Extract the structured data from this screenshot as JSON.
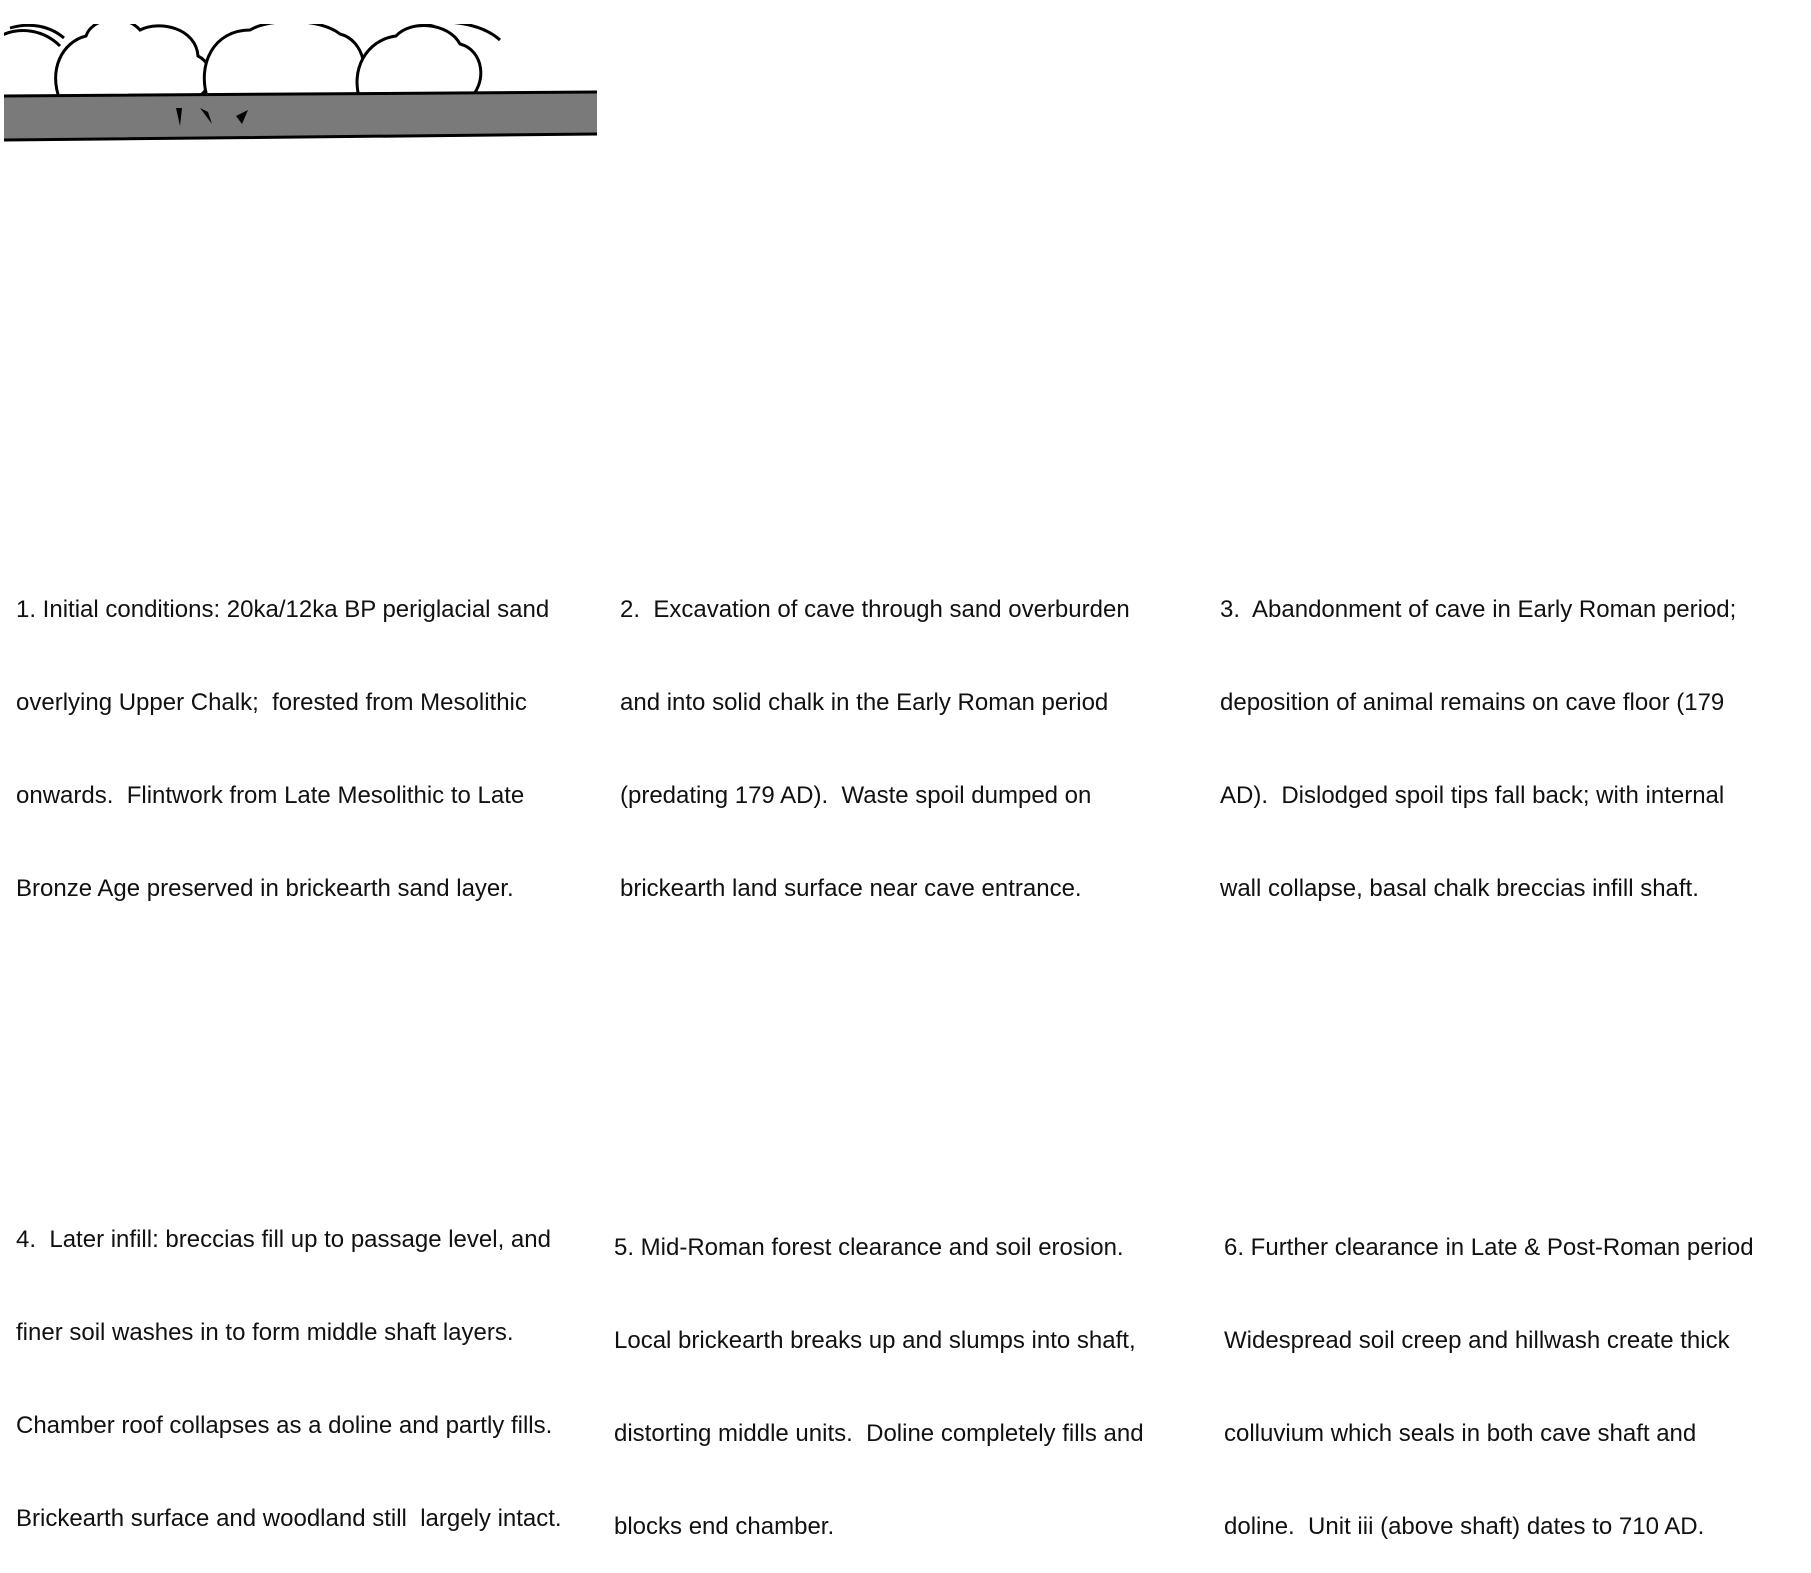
{
  "panels": [
    {
      "id": 1,
      "lines": [
        "1. Initial conditions: 20ka/12ka BP periglacial sand",
        "overlying Upper Chalk;  forested from Mesolithic",
        "onwards.  Flintwork from Late Mesolithic to Late",
        "Bronze Age preserved in brickearth sand layer."
      ]
    },
    {
      "id": 2,
      "lines": [
        "2.  Excavation of cave through sand overburden",
        "and into solid chalk in the Early Roman period",
        "(predating 179 AD).  Waste spoil dumped on",
        "brickearth land surface near cave entrance."
      ]
    },
    {
      "id": 3,
      "lines": [
        "3.  Abandonment of cave in Early Roman period;",
        "deposition of animal remains on cave floor (179",
        "AD).  Dislodged spoil tips fall back; with internal",
        "wall collapse, basal chalk breccias infill shaft."
      ]
    },
    {
      "id": 4,
      "lines": [
        "4.  Later infill: breccias fill up to passage level, and",
        "finer soil washes in to form middle shaft layers.",
        "Chamber roof collapses as a doline and partly fills.",
        "Brickearth surface and woodland still  largely intact."
      ]
    },
    {
      "id": 5,
      "lines": [
        "5. Mid-Roman forest clearance and soil erosion.",
        "Local brickearth breaks up and slumps into shaft,",
        "distorting middle units.  Doline completely fills and",
        "blocks end chamber."
      ]
    },
    {
      "id": 6,
      "lines": [
        "6. Further clearance in Late & Post-Roman period",
        "Widespread soil creep and hillwash create thick",
        "colluvium which seals in both cave shaft and",
        "doline.  Unit iii (above shaft) dates to 710 AD."
      ]
    }
  ],
  "colors": {
    "ink": "#000000",
    "brickearth": "#7a7a7a",
    "spoil": "#c4c4c4",
    "fill_lines": "#a8a8a8",
    "background": "#ffffff"
  }
}
